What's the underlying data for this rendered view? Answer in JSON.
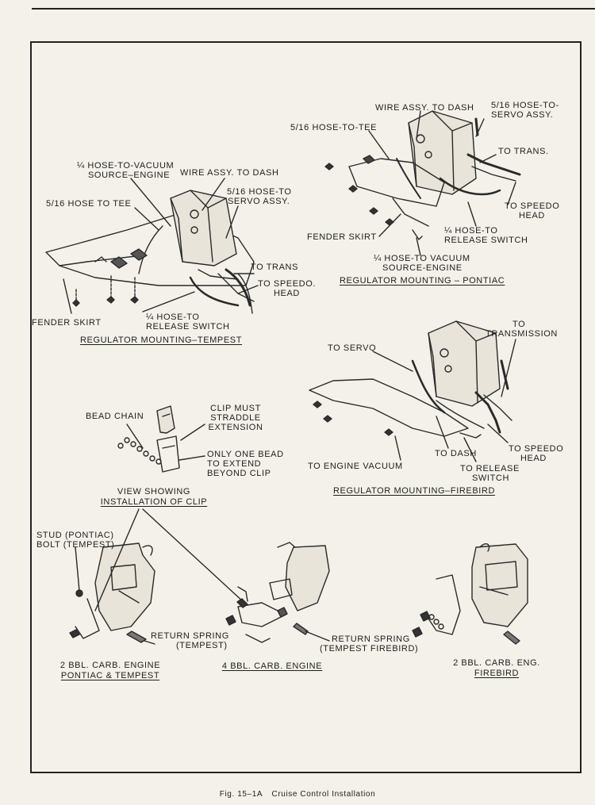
{
  "tempest": {
    "quarter_hose_vacuum": "¼ HOSE-TO-VACUUM",
    "source_engine": "SOURCE–ENGINE",
    "wire_assy": "WIRE ASSY. TO DASH",
    "hose_tee": "5/16 HOSE TO TEE",
    "hose_servo_1": "5/16 HOSE-TO",
    "hose_servo_2": "SERVO ASSY.",
    "to_trans": "TO TRANS",
    "to_speedo_1": "TO SPEEDO.",
    "to_speedo_2": "HEAD",
    "fender_skirt": "FENDER SKIRT",
    "release_1": "¼ HOSE-TO",
    "release_2": "RELEASE SWITCH",
    "title": "REGULATOR MOUNTING–TEMPEST"
  },
  "pontiac": {
    "wire_assy": "WIRE ASSY. TO DASH",
    "servo_1": "5/16 HOSE-TO-",
    "servo_2": "SERVO ASSY.",
    "hose_tee": "5/16 HOSE-TO-TEE",
    "to_trans": "TO TRANS.",
    "speedo_1": "TO SPEEDO",
    "speedo_2": "HEAD",
    "release_1": "¼ HOSE-TO",
    "release_2": "RELEASE SWITCH",
    "fender_skirt": "FENDER SKIRT",
    "vacuum_1": "¼ HOSE-TO VACUUM",
    "vacuum_2": "SOURCE-ENGINE",
    "title": "REGULATOR MOUNTING – PONTIAC"
  },
  "firebird": {
    "to_label": "TO",
    "transmission": "TRANSMISSION",
    "to_servo": "TO SERVO",
    "to_engine_vacuum": "TO ENGINE VACUUM",
    "to_dash": "TO DASH",
    "speedo_1": "TO SPEEDO",
    "speedo_2": "HEAD",
    "release_1": "TO RELEASE",
    "release_2": "SWITCH",
    "title": "REGULATOR MOUNTING–FIREBIRD"
  },
  "clip": {
    "bead_chain": "BEAD CHAIN",
    "clip_1": "CLIP MUST",
    "clip_2": "STRADDLE",
    "clip_3": "EXTENSION",
    "bead_1": "ONLY ONE BEAD",
    "bead_2": "TO EXTEND",
    "bead_3": "BEYOND CLIP",
    "view_1": "VIEW SHOWING",
    "view_2": "INSTALLATION OF CLIP"
  },
  "carb": {
    "stud_1": "STUD (PONTIAC)",
    "stud_2": "BOLT (TEMPEST)",
    "spring_tempest_1": "RETURN SPRING",
    "spring_tempest_2": "(TEMPEST)",
    "spring_firebird_1": "RETURN SPRING",
    "spring_firebird_2": "(TEMPEST FIREBIRD)",
    "two_bbl_1": "2 BBL. CARB. ENGINE",
    "two_bbl_2": "PONTIAC & TEMPEST",
    "four_bbl": "4 BBL. CARB. ENGINE",
    "fb_1": "2 BBL. CARB. ENG.",
    "fb_2": "FIREBIRD"
  },
  "caption": {
    "fig": "Fig. 15–1A",
    "text": "Cruise Control Installation"
  }
}
